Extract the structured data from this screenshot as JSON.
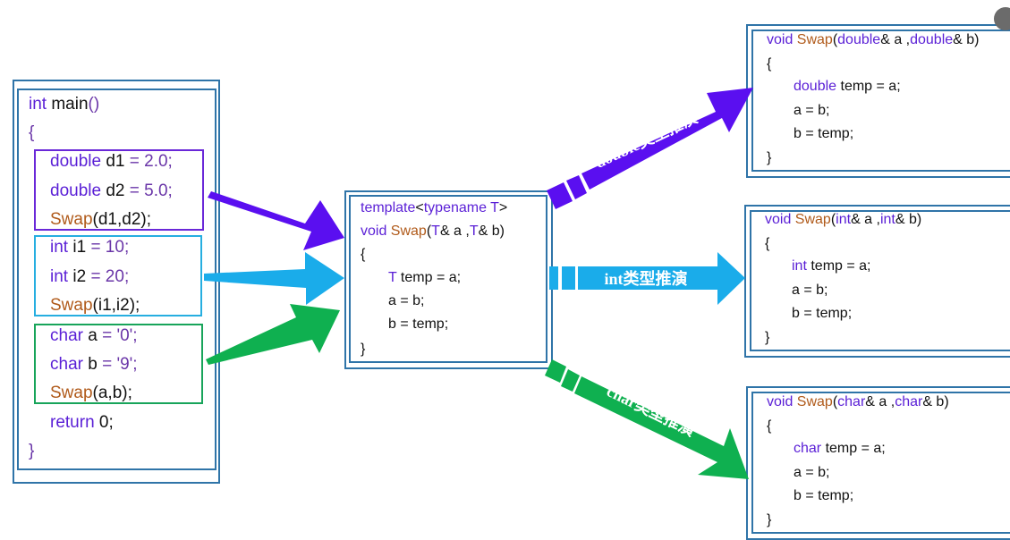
{
  "main": {
    "lines": [
      [
        [
          "int",
          "kw"
        ],
        [
          " main",
          "tx"
        ],
        [
          "()",
          "punc"
        ]
      ],
      [
        [
          "{",
          "punc"
        ]
      ],
      [
        [
          "double",
          "kw"
        ],
        [
          " d1 ",
          "tx"
        ],
        [
          "= 2.0;",
          "punc"
        ]
      ],
      [
        [
          "double",
          "kw"
        ],
        [
          " d2 ",
          "tx"
        ],
        [
          "= 5.0;",
          "punc"
        ]
      ],
      [
        [
          "Swap",
          "fn"
        ],
        [
          "(d1,d2);",
          "tx"
        ]
      ],
      [
        [
          "int",
          "kw"
        ],
        [
          " i1 ",
          "tx"
        ],
        [
          "= 10;",
          "punc"
        ]
      ],
      [
        [
          "int",
          "kw"
        ],
        [
          " i2 ",
          "tx"
        ],
        [
          "= 20;",
          "punc"
        ]
      ],
      [
        [
          "Swap",
          "fn"
        ],
        [
          "(i1,i2);",
          "tx"
        ]
      ],
      [
        [
          "char",
          "kw"
        ],
        [
          " a ",
          "tx"
        ],
        [
          "= '0';",
          "punc"
        ]
      ],
      [
        [
          "char",
          "kw"
        ],
        [
          " b ",
          "tx"
        ],
        [
          "= '9';",
          "punc"
        ]
      ],
      [
        [
          "Swap",
          "fn"
        ],
        [
          "(a,b);",
          "tx"
        ]
      ],
      [
        [
          "return",
          "kw"
        ],
        [
          " 0;",
          "tx"
        ]
      ],
      [
        [
          "}",
          "punc"
        ]
      ]
    ]
  },
  "template": {
    "lines": [
      [
        [
          "template",
          "kw"
        ],
        [
          "<",
          "tx"
        ],
        [
          "typename",
          "kw"
        ],
        [
          " T",
          "kw"
        ],
        [
          ">",
          "tx"
        ]
      ],
      [
        [
          "void",
          "kw"
        ],
        [
          " Swap",
          "fn"
        ],
        [
          "(",
          "tx"
        ],
        [
          "T",
          "kw"
        ],
        [
          "& a ,",
          "tx"
        ],
        [
          "T",
          "kw"
        ],
        [
          "& b)",
          "tx"
        ]
      ],
      [
        [
          "{",
          "tx"
        ]
      ],
      [
        [
          "T",
          "kw"
        ],
        [
          " temp = a;",
          "tx"
        ]
      ],
      [
        [
          "a = b;",
          "tx"
        ]
      ],
      [
        [
          "b = temp;",
          "tx"
        ]
      ],
      [
        [
          "}",
          "tx"
        ]
      ]
    ]
  },
  "instances": [
    {
      "type": "double",
      "lines": [
        [
          [
            "void",
            "kw"
          ],
          [
            " Swap",
            "fn"
          ],
          [
            "(",
            "tx"
          ],
          [
            "double",
            "kw"
          ],
          [
            "& a ,",
            "tx"
          ],
          [
            "double",
            "kw"
          ],
          [
            "& b)",
            "tx"
          ]
        ],
        [
          [
            "{",
            "tx"
          ]
        ],
        [
          [
            "double",
            "kw"
          ],
          [
            " temp = a;",
            "tx"
          ]
        ],
        [
          [
            "a = b;",
            "tx"
          ]
        ],
        [
          [
            "b = temp;",
            "tx"
          ]
        ],
        [
          [
            "}",
            "tx"
          ]
        ]
      ]
    },
    {
      "type": "int",
      "lines": [
        [
          [
            "void",
            "kw"
          ],
          [
            " Swap",
            "fn"
          ],
          [
            "(",
            "tx"
          ],
          [
            "int",
            "kw"
          ],
          [
            "& a ,",
            "tx"
          ],
          [
            "int",
            "kw"
          ],
          [
            "& b)",
            "tx"
          ]
        ],
        [
          [
            "{",
            "tx"
          ]
        ],
        [
          [
            "int",
            "kw"
          ],
          [
            " temp = a;",
            "tx"
          ]
        ],
        [
          [
            "a = b;",
            "tx"
          ]
        ],
        [
          [
            "b = temp;",
            "tx"
          ]
        ],
        [
          [
            "}",
            "tx"
          ]
        ]
      ]
    },
    {
      "type": "char",
      "lines": [
        [
          [
            "void",
            "kw"
          ],
          [
            " Swap",
            "fn"
          ],
          [
            "(",
            "tx"
          ],
          [
            "char",
            "kw"
          ],
          [
            "& a ,",
            "tx"
          ],
          [
            "char",
            "kw"
          ],
          [
            "& b)",
            "tx"
          ]
        ],
        [
          [
            "{",
            "tx"
          ]
        ],
        [
          [
            "char",
            "kw"
          ],
          [
            " temp = a;",
            "tx"
          ]
        ],
        [
          [
            "a = b;",
            "tx"
          ]
        ],
        [
          [
            "b = temp;",
            "tx"
          ]
        ],
        [
          [
            "}",
            "tx"
          ]
        ]
      ]
    }
  ],
  "arrow_labels": {
    "double": "double类型推演",
    "int": "int类型推演",
    "char": "char类型推演"
  },
  "colors": {
    "double": "#5a0ff0",
    "int": "#1aacea",
    "char": "#0fb050",
    "border": "#2f74a8",
    "keyword": "#5a1fd6",
    "function": "#b05a1a"
  }
}
